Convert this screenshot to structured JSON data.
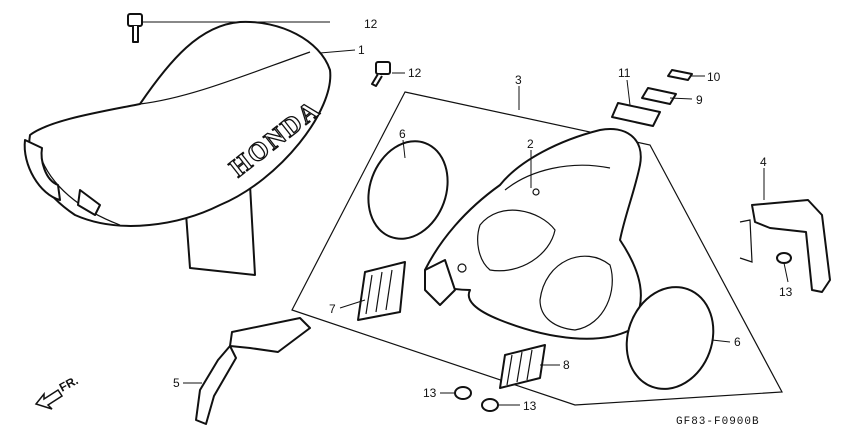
{
  "brand_text": "HONDA",
  "diagram_code": "GF83-F0900B",
  "front_indicator": "FR.",
  "callouts": [
    {
      "id": "1",
      "label": "1"
    },
    {
      "id": "2",
      "label": "2"
    },
    {
      "id": "3",
      "label": "3"
    },
    {
      "id": "4",
      "label": "4"
    },
    {
      "id": "5",
      "label": "5"
    },
    {
      "id": "6a",
      "label": "6"
    },
    {
      "id": "6b",
      "label": "6"
    },
    {
      "id": "7",
      "label": "7"
    },
    {
      "id": "8",
      "label": "8"
    },
    {
      "id": "9",
      "label": "9"
    },
    {
      "id": "10",
      "label": "10"
    },
    {
      "id": "11",
      "label": "11"
    },
    {
      "id": "12a",
      "label": "12"
    },
    {
      "id": "12b",
      "label": "12"
    },
    {
      "id": "13a",
      "label": "13"
    },
    {
      "id": "13b",
      "label": "13"
    },
    {
      "id": "13c",
      "label": "13"
    }
  ]
}
